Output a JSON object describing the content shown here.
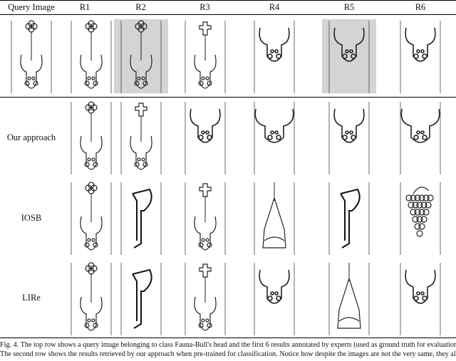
{
  "header": [
    "Query Image",
    "R1",
    "R2",
    "R3",
    "R4",
    "R5",
    "R6"
  ],
  "rows": [
    {
      "label": "",
      "cells": [
        "bull-clover",
        "bull-clover",
        "bull-clover-gray",
        "bull-cross",
        "bull-head",
        "bull-head-gray",
        "bull-head"
      ]
    },
    {
      "label": "Our approach",
      "cells": [
        "bull-clover",
        "bull-cross",
        "bull-head",
        "bull-head-wide",
        "bull-head",
        "bull-head-wide"
      ]
    },
    {
      "label": "IOSB",
      "cells": [
        "bull-clover",
        "letter-p",
        "bull-cross",
        "tower",
        "letter-p",
        "grapes"
      ]
    },
    {
      "label": "LIRe",
      "cells": [
        "bull-clover",
        "letter-p",
        "bull-cross",
        "bull-head",
        "tower",
        "bull-head"
      ]
    }
  ],
  "caption": [
    "Fig. 4.   The top row shows a query image belonging to class Fauna-Bull's head and the first 6 results annotated by experts (used as ground truth for evaluation).",
    "The second row shows the results retrieved by our approach when pre-trained for classification. Notice how despite the images are not the very same, they all"
  ]
}
